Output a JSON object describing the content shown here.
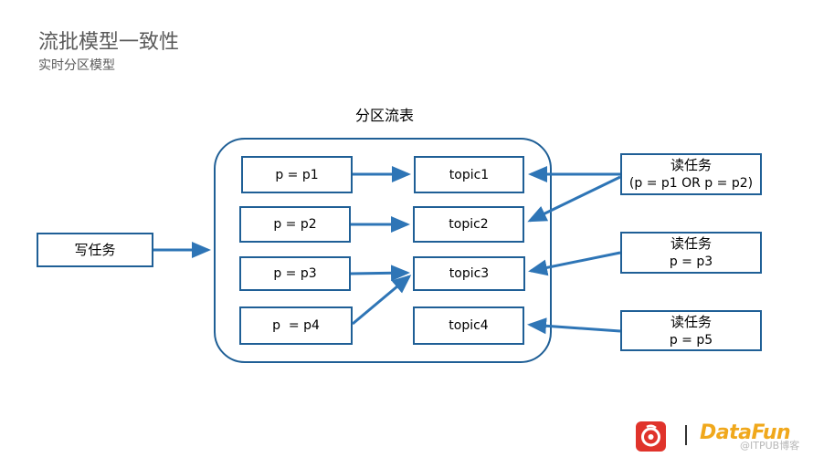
{
  "slide": {
    "title": "流批模型一致性",
    "subtitle": "实时分区模型",
    "group_label": "分区流表"
  },
  "write_task": {
    "label": "写任务"
  },
  "partitions": [
    {
      "label": "p = p1"
    },
    {
      "label": "p = p2"
    },
    {
      "label": "p = p3"
    },
    {
      "label": "p  = p4"
    }
  ],
  "topics": [
    {
      "label": "topic1"
    },
    {
      "label": "topic2"
    },
    {
      "label": "topic3"
    },
    {
      "label": "topic4"
    }
  ],
  "read_tasks": [
    {
      "line1": "读任务",
      "line2": "(p = p1 OR p = p2)"
    },
    {
      "line1": "读任务",
      "line2": "p = p3"
    },
    {
      "line1": "读任务",
      "line2": "p = p5"
    }
  ],
  "footer": {
    "brand": "DataFun",
    "watermark": "@ITPUB博客"
  },
  "colors": {
    "line": "#1f5f96",
    "arrow": "#2e75b6",
    "brand_orange": "#f0a81c",
    "netease_red": "#e0332b"
  },
  "icons": [
    "netease-logo-icon",
    "datafun-logo-icon"
  ]
}
